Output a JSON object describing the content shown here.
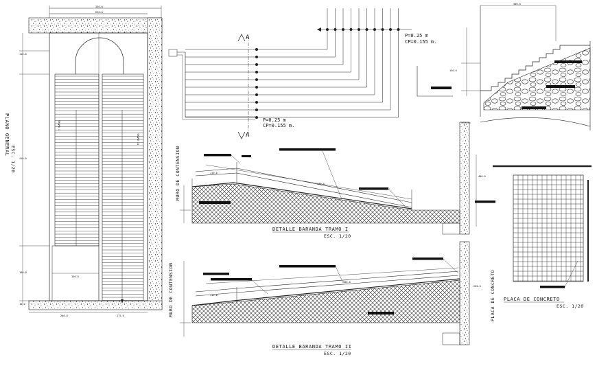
{
  "plan": {
    "title": "PLANO GENERAL",
    "scale": "ESC. 1/20",
    "left_run": "TRAMO I",
    "right_run": "TRAMO II"
  },
  "section_marker": {
    "letter_top": "A",
    "letter_bottom": "A"
  },
  "rise_note_top": {
    "line1": "P=0.25 m",
    "line2": "CP=0.155 m."
  },
  "rise_note_mid": {
    "line1": "P=0.25 m",
    "line2": "CP=0.155 m."
  },
  "detail1": {
    "title": "DETALLE BARANDA TRAMO I",
    "scale": "ESC. 1/20",
    "wall_label": "MURO DE CONTENSION"
  },
  "detail2": {
    "title": "DETALLE BARANDA TRAMO II",
    "scale": "ESC. 1/20",
    "wall_label": "MURO DE CONTENSION",
    "slab_label": "PLACA DE CONCRETO"
  },
  "slab": {
    "title": "PLACA DE CONCRETO",
    "scale": "ESC. 1/20"
  },
  "dims": {
    "plan_top_total": "330.0",
    "plan_top_inner": "290.0",
    "plan_left_1": "110.0",
    "plan_left_2": "410.0",
    "plan_left_3": "100.0",
    "plan_left_4": "10.0",
    "plan_bottom_1": "200.0",
    "plan_bottom_2": "175.0",
    "plan_mid": "150.0",
    "d1_a": "110.0",
    "d1_b": "470.0",
    "d1_h": "400.0",
    "d2_a": "110.0",
    "d2_b": "500.0",
    "d2_h": "260.0",
    "elev_top": "300.0",
    "elev_h": "150.0"
  }
}
